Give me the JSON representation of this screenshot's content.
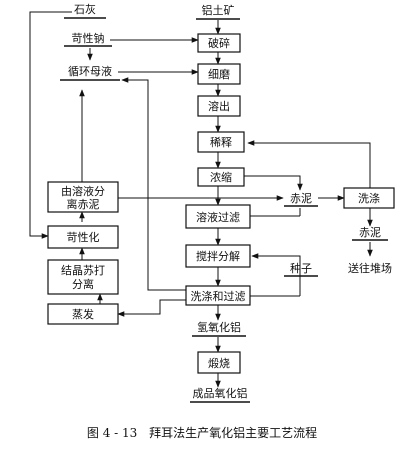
{
  "nodes": {
    "lime": "石灰",
    "bauxite": "铝土矿",
    "caustic_soda": "苛性钠",
    "mother_liquor": "循环母液",
    "crushing": "破碎",
    "grinding": "细磨",
    "digestion": "溶出",
    "dilution": "稀释",
    "concentration": "浓缩",
    "separation_line1": "由溶液分",
    "separation_line2": "离赤泥",
    "red_mud_mid": "赤泥",
    "washing_right": "洗涤",
    "red_mud_right": "赤泥",
    "to_storage": "送往堆场",
    "solution_filtration": "溶液过滤",
    "causticization": "苛性化",
    "agitated_decomposition": "搅拌分解",
    "seed": "种子",
    "crystal_line1": "结晶苏打",
    "crystal_line2": "分离",
    "wash_filter": "洗涤和过滤",
    "evaporation": "蒸发",
    "aluminum_hydroxide": "氢氧化铝",
    "calcination": "煅烧",
    "product_alumina": "成品氧化铝"
  },
  "caption": {
    "figure_no": "图 4 - 13",
    "title": "拜耳法生产氧化铝主要工艺流程"
  }
}
